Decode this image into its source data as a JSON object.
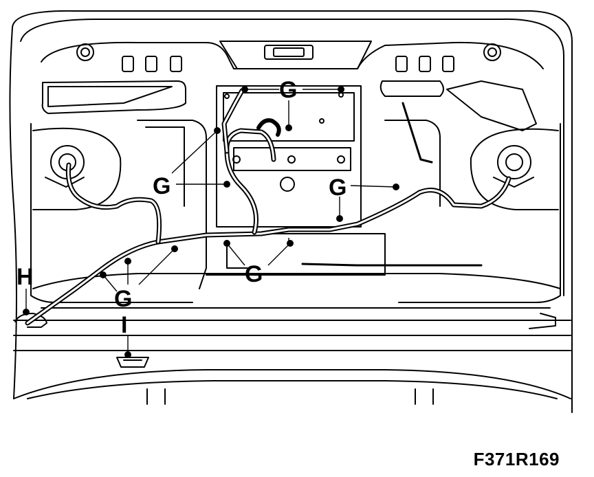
{
  "figure_id": "F371R169",
  "callouts": {
    "g": "G",
    "h": "H",
    "i": "I"
  },
  "colors": {
    "line": "#000000",
    "background": "#ffffff"
  }
}
